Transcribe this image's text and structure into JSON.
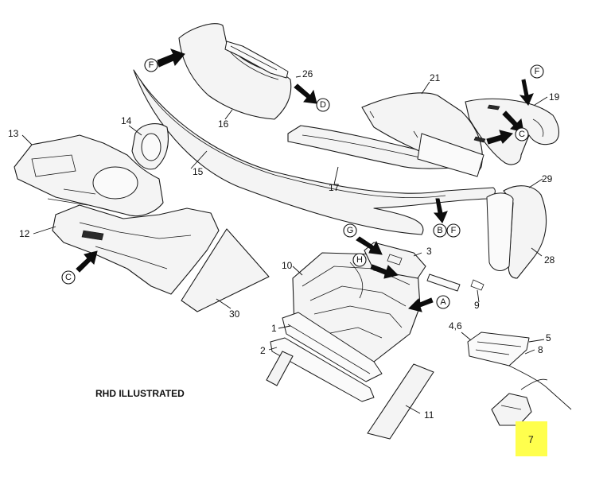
{
  "note": "RHD ILLUSTRATED",
  "highlight_color": "#ffff4d",
  "callouts": {
    "c1": "1",
    "c2": "2",
    "c3": "3",
    "c46": "4,6",
    "c5": "5",
    "c7": "7",
    "c8": "8",
    "c9": "9",
    "c10": "10",
    "c11": "11",
    "c12": "12",
    "c13": "13",
    "c14": "14",
    "c15": "15",
    "c16": "16",
    "c17": "17",
    "c19": "19",
    "c21": "21",
    "c26": "26",
    "c28": "28",
    "c29": "29",
    "c30": "30"
  },
  "view_refs": {
    "a": "A",
    "b": "B",
    "c_left": "C",
    "c_right": "C",
    "d": "D",
    "f_top": "F",
    "f_right": "F",
    "f_bottom": "F",
    "g": "G",
    "h": "H"
  }
}
